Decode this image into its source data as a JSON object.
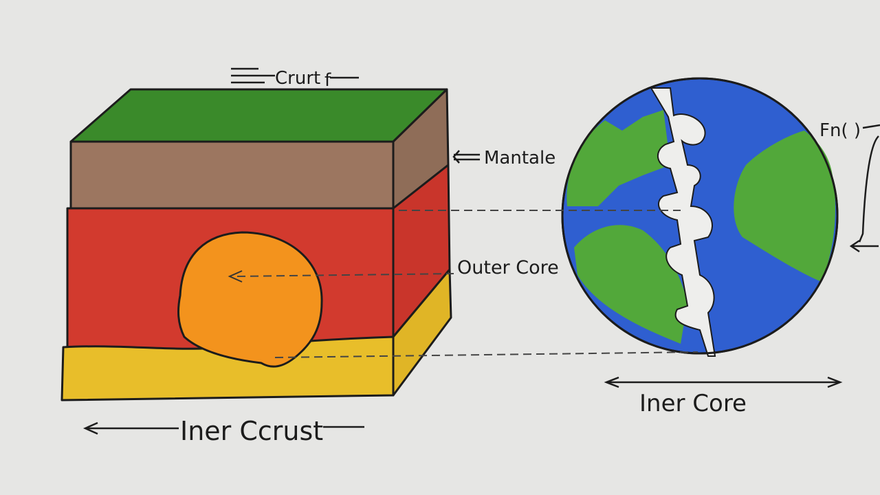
{
  "labels": {
    "crust": "Crurt",
    "crust_mark": "f",
    "mantle": "Mantale",
    "outer_core": "Outer Core",
    "inner_core": "Iner Core",
    "inner_crust": "Iner Ccrust",
    "right_edge": "Fn( )"
  },
  "colors": {
    "paper": "#e6e6e4",
    "crust_green": "#3a8a2a",
    "mantle_brown": "#9c7660",
    "outer_core_red": "#d23a2e",
    "inner_yellow": "#e8be2a",
    "core_orange": "#f3931d",
    "ocean_blue": "#2f5fd0",
    "land_green": "#52a83a",
    "ink": "#1c1c1c"
  }
}
